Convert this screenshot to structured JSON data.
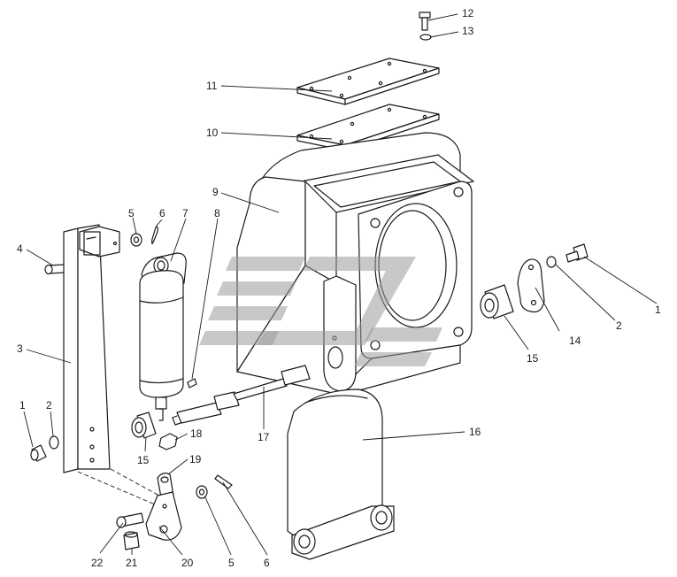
{
  "diagram": {
    "labels": [
      "12",
      "13",
      "11",
      "10",
      "9",
      "5",
      "6",
      "7",
      "8",
      "4",
      "3",
      "1",
      "2",
      "15",
      "18",
      "19",
      "17",
      "16",
      "14",
      "2",
      "1",
      "15",
      "22",
      "21",
      "20",
      "5",
      "6"
    ]
  },
  "colors": {
    "line": "#1a1a1a",
    "background": "#ffffff",
    "watermark": "#9a9a9a"
  }
}
